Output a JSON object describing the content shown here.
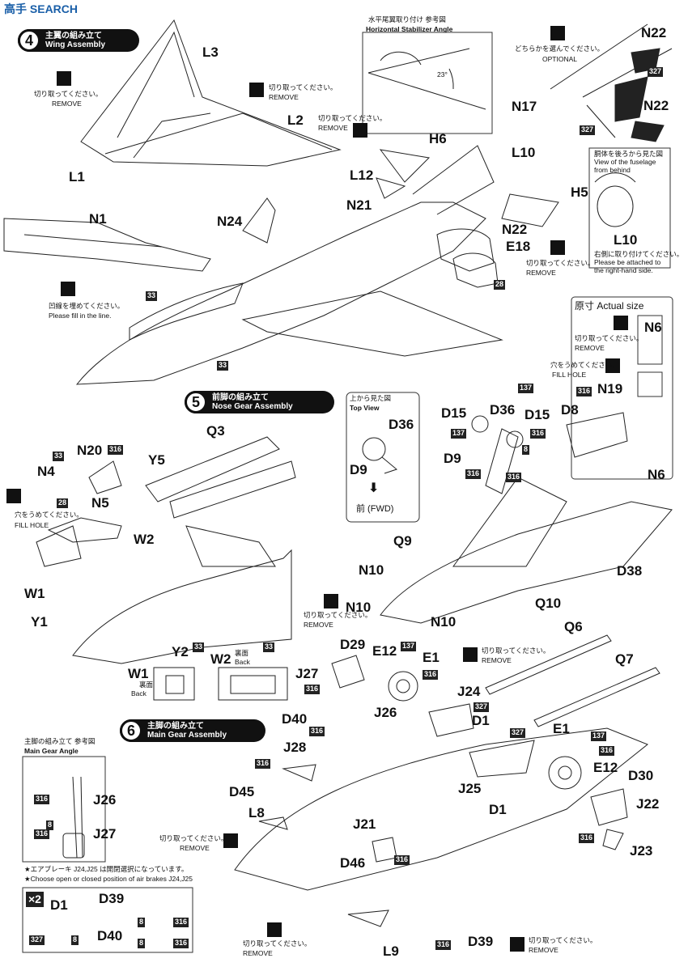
{
  "watermark": "高手 SEARCH",
  "steps": [
    {
      "num": "4",
      "jp": "主翼の組み立て",
      "en": "Wing Assembly"
    },
    {
      "num": "5",
      "jp": "前脚の組み立て",
      "en": "Nose Gear Assembly"
    },
    {
      "num": "6",
      "jp": "主脚の組み立て",
      "en": "Main Gear Assembly"
    }
  ],
  "stab_angle": {
    "jp": "水平尾翼取り付け 参考図",
    "en": "Horizontal Stabilizer Angle",
    "value": "23°"
  },
  "optional": {
    "jp": "どちらかを選んでください。",
    "en": "OPTIONAL"
  },
  "rear_view": {
    "jp": "胴体を後ろから見た図",
    "en": "View of the fuselage from behind"
  },
  "l10_note": {
    "jp": "右側に取り付けてください。",
    "en": "Please be attached to the right-hand side."
  },
  "actual_size": {
    "jp": "原寸",
    "en": "Actual size"
  },
  "remove": {
    "jp": "切り取ってください。",
    "en": "REMOVE"
  },
  "fill_line": {
    "jp": "凹線を埋めてください。",
    "en": "Please fill in the line."
  },
  "fill_hole": {
    "jp": "穴をうめてください。",
    "en": "FILL HOLE"
  },
  "top_view": {
    "jp": "上から見た図",
    "en": "Top View",
    "fwd": "前 (FWD)"
  },
  "canopy_back": {
    "jp": "裏面",
    "en": "Back"
  },
  "main_gear_angle": {
    "jp": "主脚の組み立て 参考図",
    "en": "Main Gear Angle"
  },
  "note_airbrake": {
    "jp": "★エアブレーキ J24,J25 は開閉選択になっています。",
    "en": "★Choose open or closed position of air brakes J24,J25"
  },
  "x2": "×2",
  "parts": [
    "L3",
    "L2",
    "L1",
    "L12",
    "N21",
    "H6",
    "N17",
    "L10",
    "H5",
    "N22",
    "E18",
    "N1",
    "N24",
    "N6",
    "N19",
    "D8",
    "D15",
    "D36",
    "D9",
    "D38",
    "Q3",
    "N20",
    "Y5",
    "N4",
    "N5",
    "W2",
    "W1",
    "Y1",
    "Y2",
    "Q9",
    "N10",
    "Q10",
    "Q6",
    "Q7",
    "D29",
    "E12",
    "E1",
    "J27",
    "J26",
    "J24",
    "D1",
    "D40",
    "J28",
    "D45",
    "L8",
    "J25",
    "D30",
    "J22",
    "J23",
    "J21",
    "D46",
    "D39",
    "L9"
  ],
  "paint_codes": [
    "33",
    "316",
    "327",
    "28",
    "137",
    "8"
  ]
}
